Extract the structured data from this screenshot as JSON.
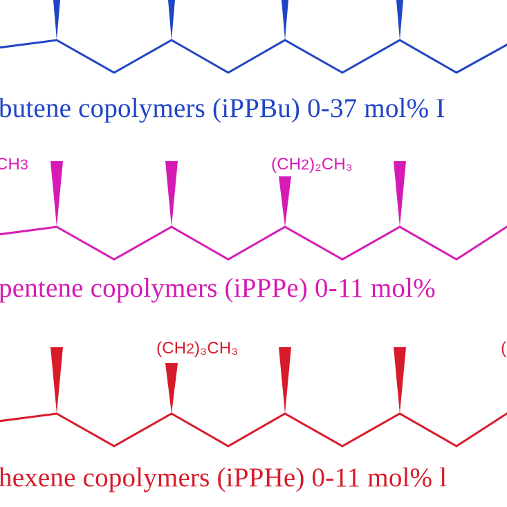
{
  "colors": {
    "butene": "#1f45c6",
    "pentene": "#d61bb4",
    "hexene": "#d81b2a"
  },
  "rows": [
    {
      "key": "butene",
      "caption": "butene copolymers (iPPBu) 0-37 mol% I",
      "labels": []
    },
    {
      "key": "pentene",
      "caption": "pentene copolymers (iPPPe) 0-11 mol%",
      "labels": [
        {
          "text": "CH",
          "sub": "3",
          "tail": ""
        },
        {
          "text": "(CH",
          "sub": "2",
          "tail": ")₂CH₃"
        }
      ]
    },
    {
      "key": "hexene",
      "caption": "hexene copolymers (iPPHe) 0-11 mol% l",
      "labels": [
        {
          "text": "(CH",
          "sub": "2",
          "tail": ")₃CH₃"
        },
        {
          "text": "(",
          "sub": "",
          "tail": ""
        }
      ]
    }
  ]
}
